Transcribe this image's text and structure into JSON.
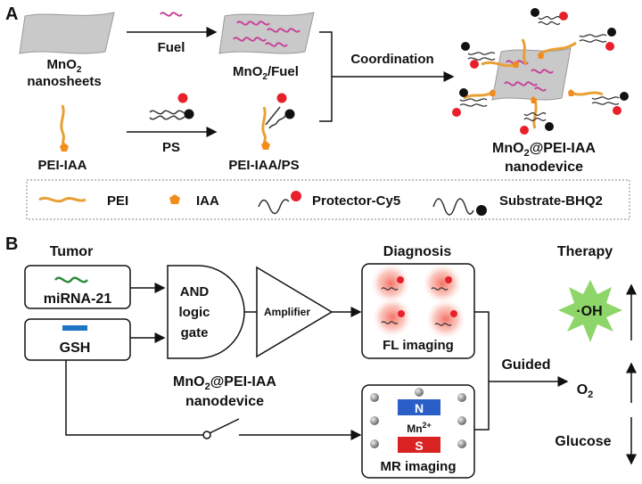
{
  "panel_a": {
    "label": "A",
    "mno2": "MnO",
    "mno2_sub": "2",
    "nanosheets": "nanosheets",
    "fuel_arrow": "Fuel",
    "mno2_fuel_pre": "MnO",
    "mno2_fuel_sub": "2",
    "mno2_fuel_post": "/Fuel",
    "coordination": "Coordination",
    "pei_iaa": "PEI-IAA",
    "ps_arrow": "PS",
    "pei_iaa_ps": "PEI-IAA/PS",
    "product_pre": "MnO",
    "product_sub": "2",
    "product_post": "@PEI-IAA",
    "product_line2": "nanodevice",
    "legend": {
      "pei": "PEI",
      "iaa": "IAA",
      "protector": "Protector-Cy5",
      "substrate": "Substrate-BHQ2"
    }
  },
  "panel_b": {
    "label": "B",
    "tumor": "Tumor",
    "mirna": "miRNA-21",
    "gsh": "GSH",
    "and_gate_l1": "AND",
    "and_gate_l2": "logic",
    "and_gate_l3": "gate",
    "amplifier": "Amplifier",
    "diagnosis": "Diagnosis",
    "fl_imaging": "FL imaging",
    "therapy": "Therapy",
    "oh": "·OH",
    "guided": "Guided",
    "o2": "O",
    "o2_sub": "2",
    "glucose": "Glucose",
    "nanodevice_pre": "MnO",
    "nanodevice_sub": "2",
    "nanodevice_post": "@PEI-IAA",
    "nanodevice_l2": "nanodevice",
    "magnet_n": "N",
    "magnet_s": "S",
    "mn_label": "Mn",
    "mn_sup": "2+",
    "mr_imaging": "MR imaging"
  },
  "colors": {
    "dna_pink": "#c8429a",
    "pei_orange": "#e8a034",
    "iaa_orange": "#f28c1c",
    "cy5_red": "#e8202a",
    "bhq2_black": "#111111",
    "sheet_grey": "#c9c9c9",
    "mirna_green": "#2e8b3a",
    "gsh_blue": "#1f74c4",
    "oh_green": "#8ed66a",
    "glow_red": "#f47a6a",
    "magnet_blue": "#2a5fc7",
    "magnet_red": "#d92323"
  }
}
